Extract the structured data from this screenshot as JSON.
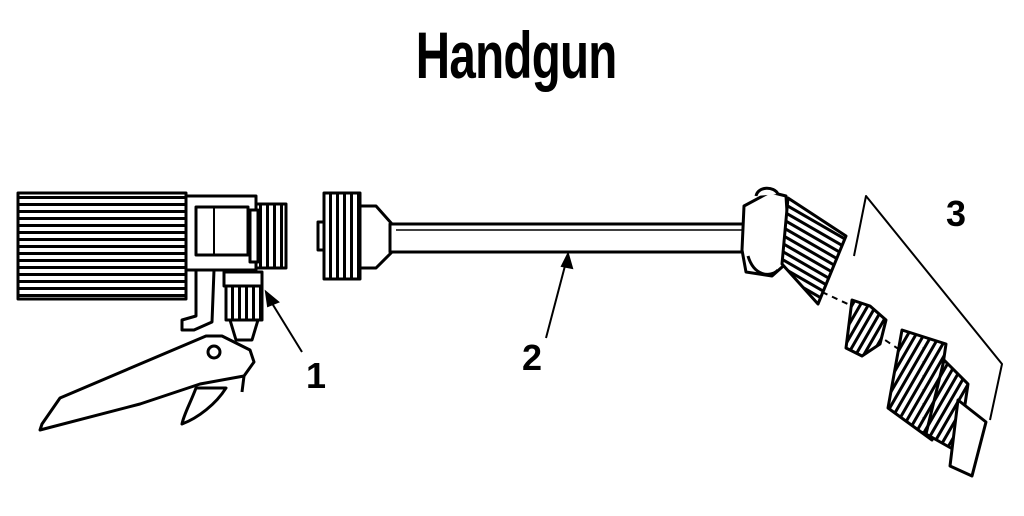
{
  "diagram": {
    "title": "Handgun",
    "callouts": [
      {
        "id": "1",
        "label": "1"
      },
      {
        "id": "2",
        "label": "2"
      },
      {
        "id": "3",
        "label": "3"
      }
    ]
  },
  "colors": {
    "ink": "#000000",
    "paper": "#ffffff"
  }
}
